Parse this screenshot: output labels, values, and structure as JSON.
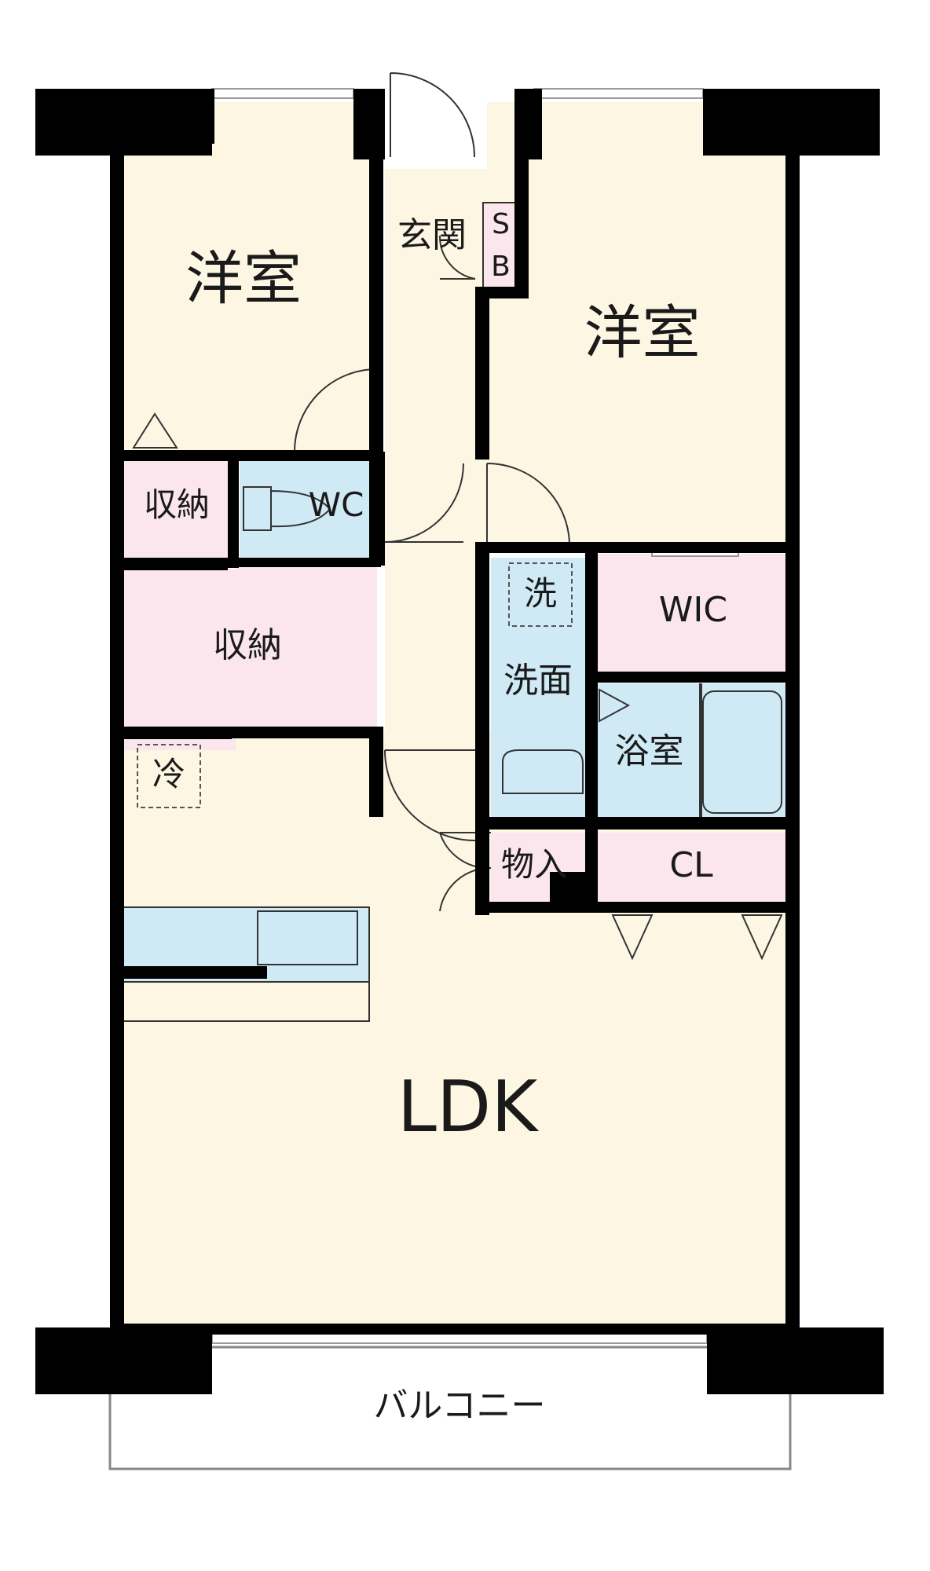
{
  "colors": {
    "floor": "#fdf6e3",
    "storage": "#fbe6ee",
    "wet": "#cfe9f5",
    "wall": "#000000",
    "balcony": "#ffffff"
  },
  "rooms": {
    "bedroom_left": "洋室",
    "bedroom_right": "洋室",
    "entrance": "玄関",
    "shoebox_s": "S",
    "shoebox_b": "B",
    "storage_small": "収納",
    "toilet": "WC",
    "storage_large": "収納",
    "washer": "洗",
    "washroom": "洗面",
    "walk_in_closet": "WIC",
    "bathroom": "浴室",
    "fridge": "冷",
    "utility_storage": "物入",
    "closet": "CL",
    "living": "LDK",
    "balcony": "バルコニー"
  }
}
